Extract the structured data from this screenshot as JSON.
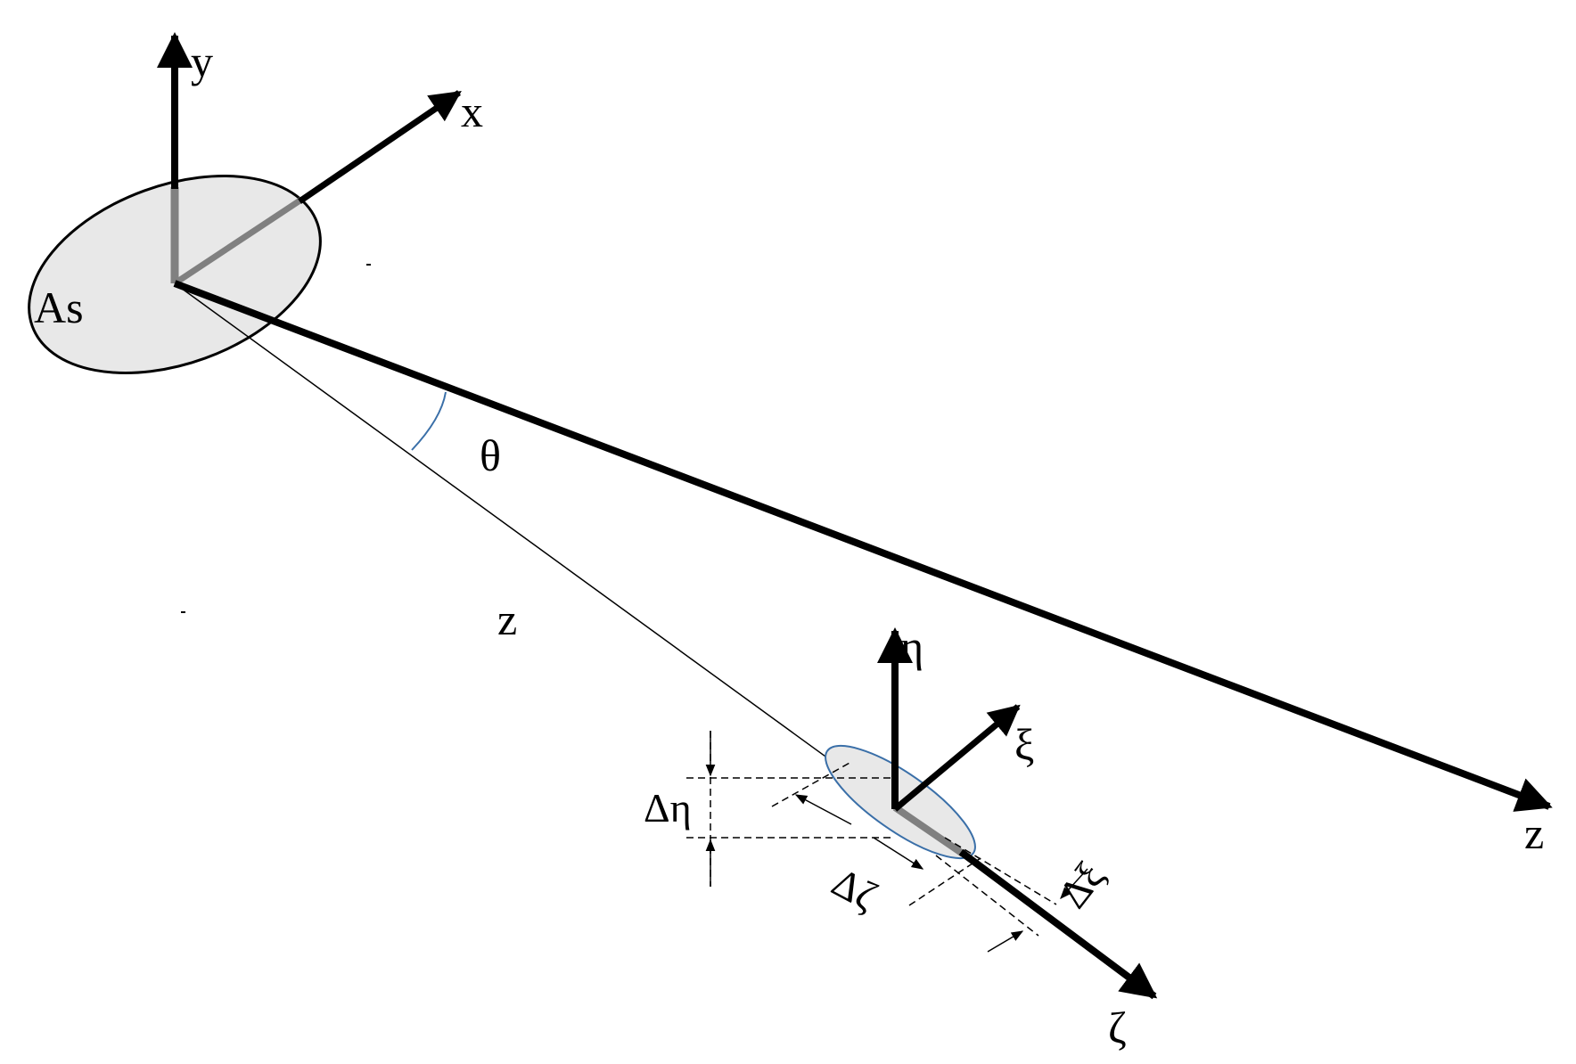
{
  "labels": {
    "y": "y",
    "x": "x",
    "source_area": "As",
    "theta": "θ",
    "z_line": "z",
    "z_axis": "z",
    "eta": "η",
    "xi": "ξ",
    "zeta": "ζ",
    "delta_eta": "Δη",
    "delta_zeta": "Δζ",
    "delta_xi": "Δξ"
  },
  "colors": {
    "ink": "#000000",
    "ellipse_fill": "#e8e8e8",
    "ellipse_blue": "#3a6fa8",
    "gray_axis": "#808080"
  }
}
